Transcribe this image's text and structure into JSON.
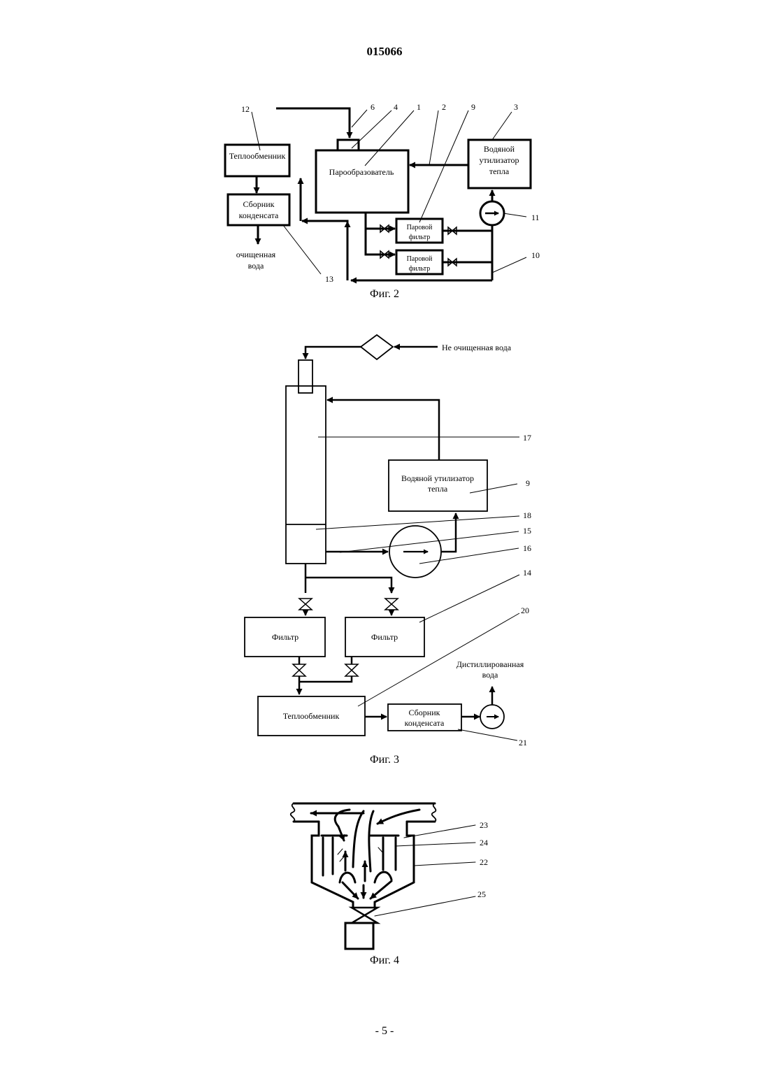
{
  "header": {
    "page_number": "015066"
  },
  "footer": {
    "page": "- 5 -"
  },
  "fig2": {
    "caption": "Фиг. 2",
    "heat_exchanger": "Теплообменник",
    "steam_generator": "Парообразователь",
    "heat_recovery": [
      "Водяной",
      "утилизатор",
      "тепла"
    ],
    "condensate_collector": [
      "Сборник",
      "конденсата"
    ],
    "steam_filter": [
      "Паровой",
      "фильтр"
    ],
    "output": [
      "очищенная",
      "вода"
    ],
    "refs": {
      "r12": "12",
      "r6": "6",
      "r4": "4",
      "r1": "1",
      "r2": "2",
      "r9": "9",
      "r3": "3",
      "r11": "11",
      "r10": "10",
      "r13": "13"
    }
  },
  "fig3": {
    "caption": "Фиг. 3",
    "raw_water": "Не очищенная вода",
    "heat_recovery": [
      "Водяной утилизатор",
      "тепла"
    ],
    "filter": "Фильтр",
    "heat_exchanger": "Теплообменник",
    "condensate_collector": [
      "Сборник",
      "конденсата"
    ],
    "distilled_water": [
      "Дистиллированная",
      "вода"
    ],
    "refs": {
      "r17": "17",
      "r9": "9",
      "r18": "18",
      "r15": "15",
      "r16": "16",
      "r14": "14",
      "r20": "20",
      "r21": "21"
    }
  },
  "fig4": {
    "caption": "Фиг. 4",
    "refs": {
      "r23": "23",
      "r24": "24",
      "r22": "22",
      "r25": "25"
    }
  }
}
